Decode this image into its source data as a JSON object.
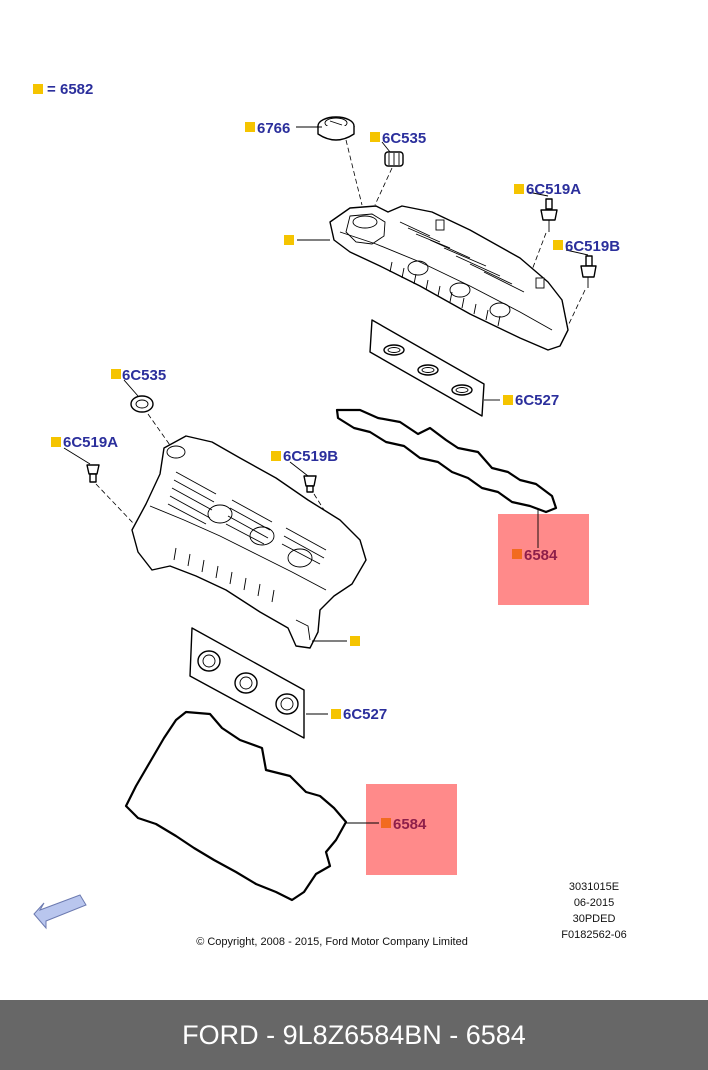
{
  "legend": {
    "equals": "=",
    "part": "6582"
  },
  "callouts": {
    "cap": "6766",
    "seal_upper": "6C535",
    "sensor_a_upper": "6C519A",
    "sensor_b_upper": "6C519B",
    "plug_seals_upper": "6C527",
    "gasket_upper": "6584",
    "seal_lower": "6C535",
    "sensor_a_lower": "6C519A",
    "sensor_b_lower": "6C519B",
    "plug_seals_lower": "6C527",
    "gasket_lower": "6584"
  },
  "doc_info": [
    "3031015E",
    "06-2015",
    "30PDED",
    "F0182562-06"
  ],
  "copyright": "© Copyright, 2008 - 2015, Ford Motor Company Limited",
  "footer": {
    "brand_part": "FORD - 9L8Z6584B",
    "catalog_ref": "N - 6584"
  },
  "colors": {
    "marker": "#f5c400",
    "marker_hi": "#f26b1f",
    "highlight": "#ff8a8a",
    "label": "#2b2f9c",
    "footer_bg": "#676767"
  }
}
